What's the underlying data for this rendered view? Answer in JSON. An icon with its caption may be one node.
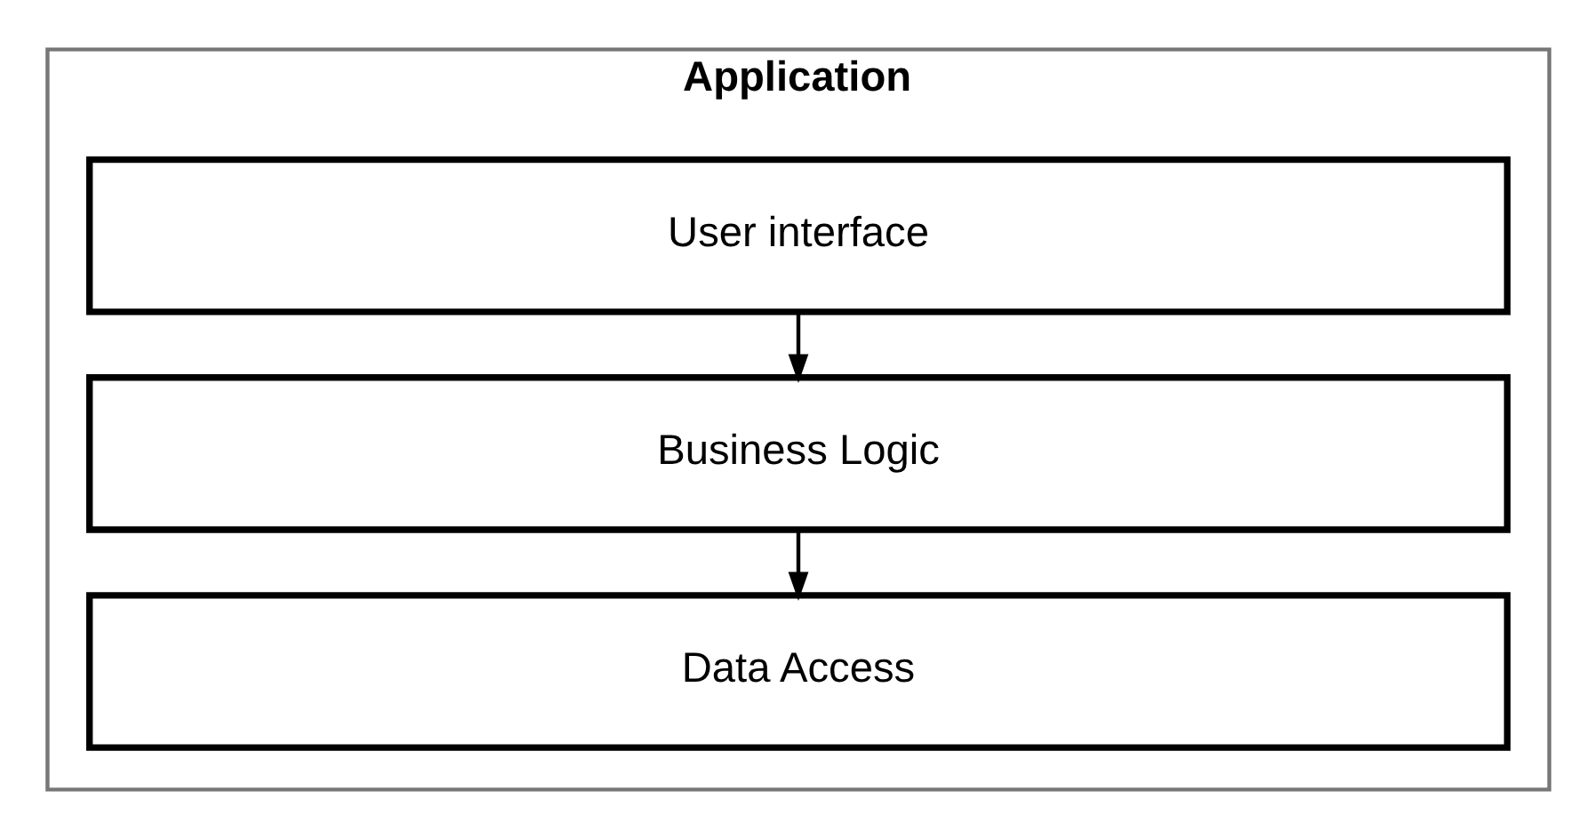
{
  "diagram": {
    "nodes": [
      {
        "text": [
          "Application"
        ]
      },
      {
        "text": [
          "User interface"
        ],
        "in": 0
      },
      {
        "text": [
          "Business Logic"
        ],
        "in": 0
      },
      {
        "text": [
          "Data Access"
        ],
        "in": 0
      }
    ],
    "edges": [
      {
        "from": 1,
        "to": 2,
        "arrow": "to"
      },
      {
        "from": 2,
        "to": 3,
        "arrow": "to"
      }
    ]
  }
}
